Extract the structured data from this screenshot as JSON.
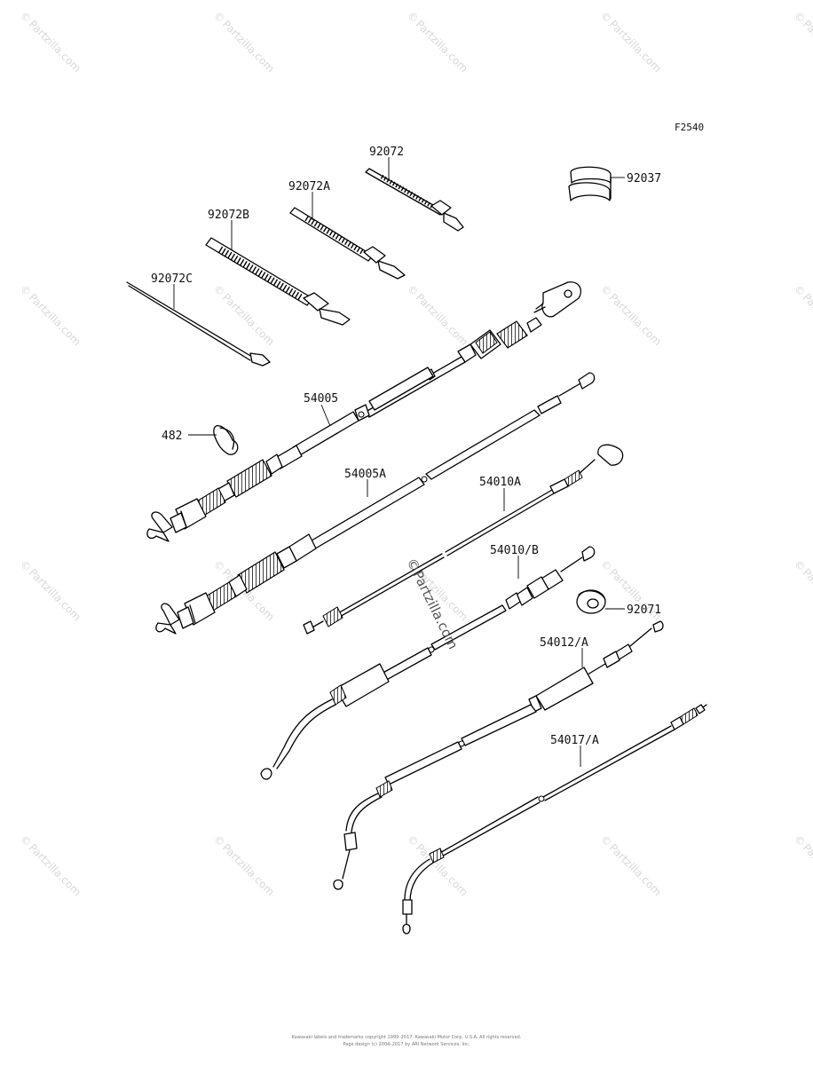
{
  "figure_code": "F2540",
  "parts": [
    {
      "id": "p-92072",
      "label": "92072"
    },
    {
      "id": "p-92072A",
      "label": "92072A"
    },
    {
      "id": "p-92072B",
      "label": "92072B"
    },
    {
      "id": "p-92072C",
      "label": "92072C"
    },
    {
      "id": "p-92037",
      "label": "92037"
    },
    {
      "id": "p-54005",
      "label": "54005"
    },
    {
      "id": "p-482",
      "label": "482"
    },
    {
      "id": "p-54005A",
      "label": "54005A"
    },
    {
      "id": "p-54010A",
      "label": "54010A"
    },
    {
      "id": "p-54010B",
      "label": "54010/B"
    },
    {
      "id": "p-92071",
      "label": "92071"
    },
    {
      "id": "p-54012A",
      "label": "54012/A"
    },
    {
      "id": "p-54017A",
      "label": "54017/A"
    }
  ],
  "watermark": {
    "text": "Partzilla.com",
    "symbol": "©"
  },
  "center_watermark": {
    "text": "Partzilla.com",
    "symbol": "©"
  },
  "footer": {
    "line1": "Kawasaki labels and trademarks copyright 1999–2017. Kawasaki Motor Corp. U.S.A. All rights reserved.",
    "line2": "Page design (c) 2004–2017 by ARI Network Services, Inc."
  }
}
